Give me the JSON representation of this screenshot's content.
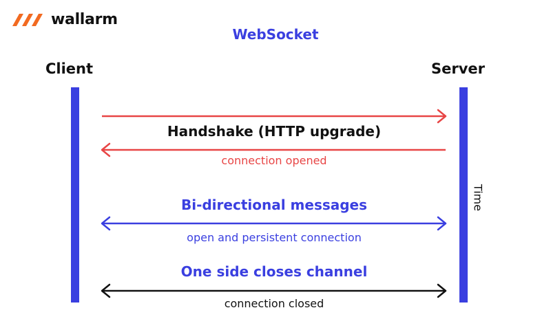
{
  "logo": {
    "text": "wallarm"
  },
  "title": "WebSocket",
  "participants": {
    "client": "Client",
    "server": "Server"
  },
  "axis_label": "Time",
  "phases": [
    {
      "heading": "Handshake (HTTP upgrade)",
      "caption": "connection opened",
      "color": "#e84545"
    },
    {
      "heading": "Bi-directional messages",
      "caption": "open and persistent connection",
      "color": "#3a3fe0"
    },
    {
      "heading": "One side closes channel",
      "caption": "connection closed",
      "color": "#111111"
    }
  ],
  "colors": {
    "accent": "#3a3fe0",
    "handshake": "#e84545",
    "logo": "#f26a21",
    "text": "#111111"
  }
}
